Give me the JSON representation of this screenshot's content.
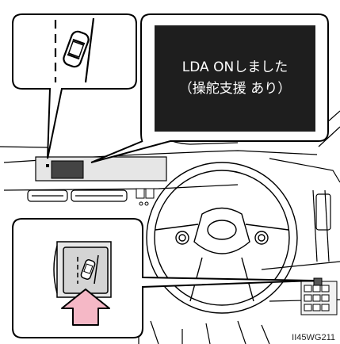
{
  "display_message": {
    "line1": "LDA ONしました",
    "line2": "（操舵支援 あり）"
  },
  "figure_id": "II45WG211",
  "icons": {
    "lane_indicator": "lda-lane-car-icon",
    "switch_symbol": "lda-switch-icon",
    "press_arrow": "press-arrow-icon"
  },
  "colors": {
    "display_background": "#1e1e1e",
    "display_text": "#ffffff",
    "press_arrow": "#f5b8c6",
    "line_art": "#000000",
    "dashboard_fill": "#e6e6e6"
  }
}
